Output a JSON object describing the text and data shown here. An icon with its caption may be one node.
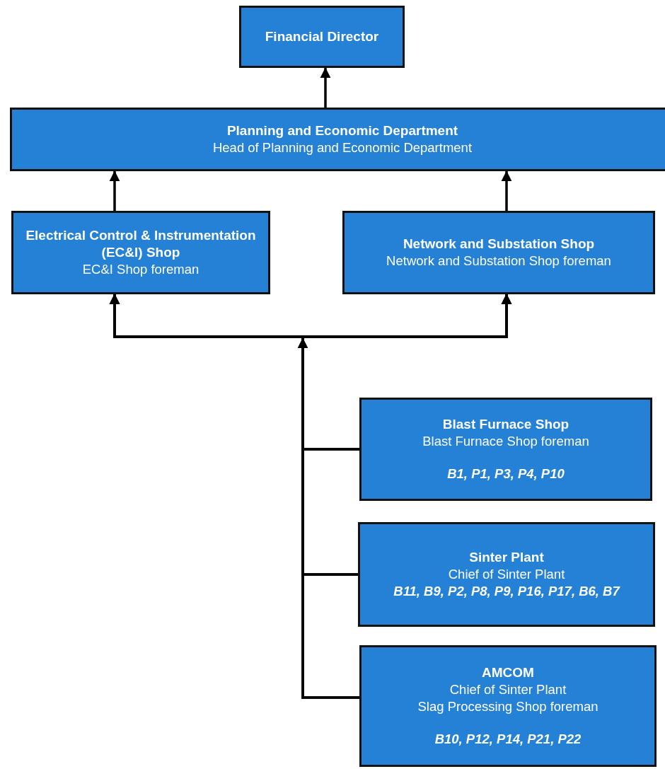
{
  "diagram": {
    "nodes": [
      {
        "text": [
          "Financial Director"
        ]
      },
      {
        "text": [
          "Planning and Economic Department",
          "Head of Planning and Economic Department"
        ]
      },
      {
        "text": [
          "Electrical Control & Instrumentation (EC&I) Shop",
          "EC&I Shop foreman"
        ]
      },
      {
        "text": [
          "Network and Substation Shop",
          "Network and Substation Shop foreman"
        ]
      },
      {
        "text": [
          "Blast Furnace Shop",
          "Blast Furnace Shop foreman",
          "B1, P1, P3, P4, P10"
        ]
      },
      {
        "text": [
          "Sinter Plant",
          "Chief of Sinter Plant",
          "B11, B9, P2, P8, P9, P16, P17, B6, B7"
        ]
      },
      {
        "text": [
          "AMCOM",
          "Chief of Sinter Plant",
          "Slag Processing Shop foreman",
          "B10, P12, P14, P21, P22"
        ]
      }
    ],
    "edges": [
      {
        "from": 1,
        "to": 0,
        "arrow": "to"
      },
      {
        "from": 2,
        "to": 1,
        "arrow": "to"
      },
      {
        "from": 3,
        "to": 1,
        "arrow": "to"
      },
      {
        "from": 4,
        "to": 2,
        "arrow": "to"
      },
      {
        "from": 4,
        "to": 3,
        "arrow": "to"
      },
      {
        "from": 5,
        "to": 2,
        "arrow": "to"
      },
      {
        "from": 5,
        "to": 3,
        "arrow": "to"
      },
      {
        "from": 6,
        "to": 2,
        "arrow": "to"
      },
      {
        "from": 6,
        "to": 3,
        "arrow": "to"
      }
    ]
  }
}
